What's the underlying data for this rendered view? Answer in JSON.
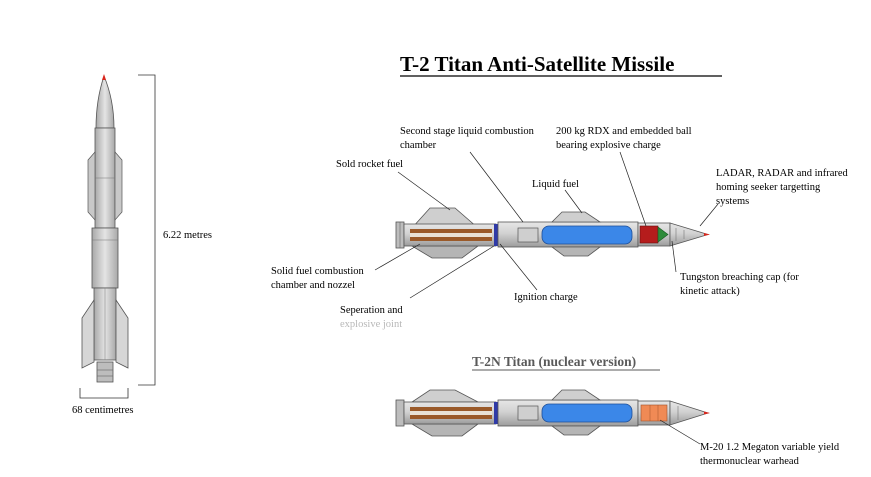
{
  "title": "T-2 Titan Anti-Satellite Missile",
  "subtitle": "T-2N Titan (nuclear version)",
  "dimensions": {
    "length": "6.22 metres",
    "diameter": "68 centimetres"
  },
  "labels": {
    "second_stage_line1": "Second stage liquid combustion",
    "second_stage_line2": "chamber",
    "rdx_line1": "200 kg RDX and embedded ball",
    "rdx_line2": "bearing explosive charge",
    "solid_fuel": "Sold rocket fuel",
    "liquid_fuel": "Liquid fuel",
    "seeker_line1": "LADAR, RADAR and infrared",
    "seeker_line2": "homing seeker targetting",
    "seeker_line3": "systems",
    "chamber_line1": "Solid fuel combustion",
    "chamber_line2": "chamber and nozzel",
    "tungsten_line1": "Tungston breaching cap (for",
    "tungsten_line2": "kinetic attack)",
    "ignition": "Ignition charge",
    "separation_line1": "Seperation and",
    "separation_line2": "explosive joint",
    "warhead_line1": "M-20 1.2 Megaton variable yield",
    "warhead_line2": "thermonuclear warhead"
  },
  "colors": {
    "liquid_fuel": "#3b87e8",
    "solid_fuel": "#9a5a2a",
    "rdx_charge": "#b51c1c",
    "seeker": "#2e8b3a",
    "nuclear_warhead": "#f08a55",
    "nose_tip": "#d9261c"
  }
}
